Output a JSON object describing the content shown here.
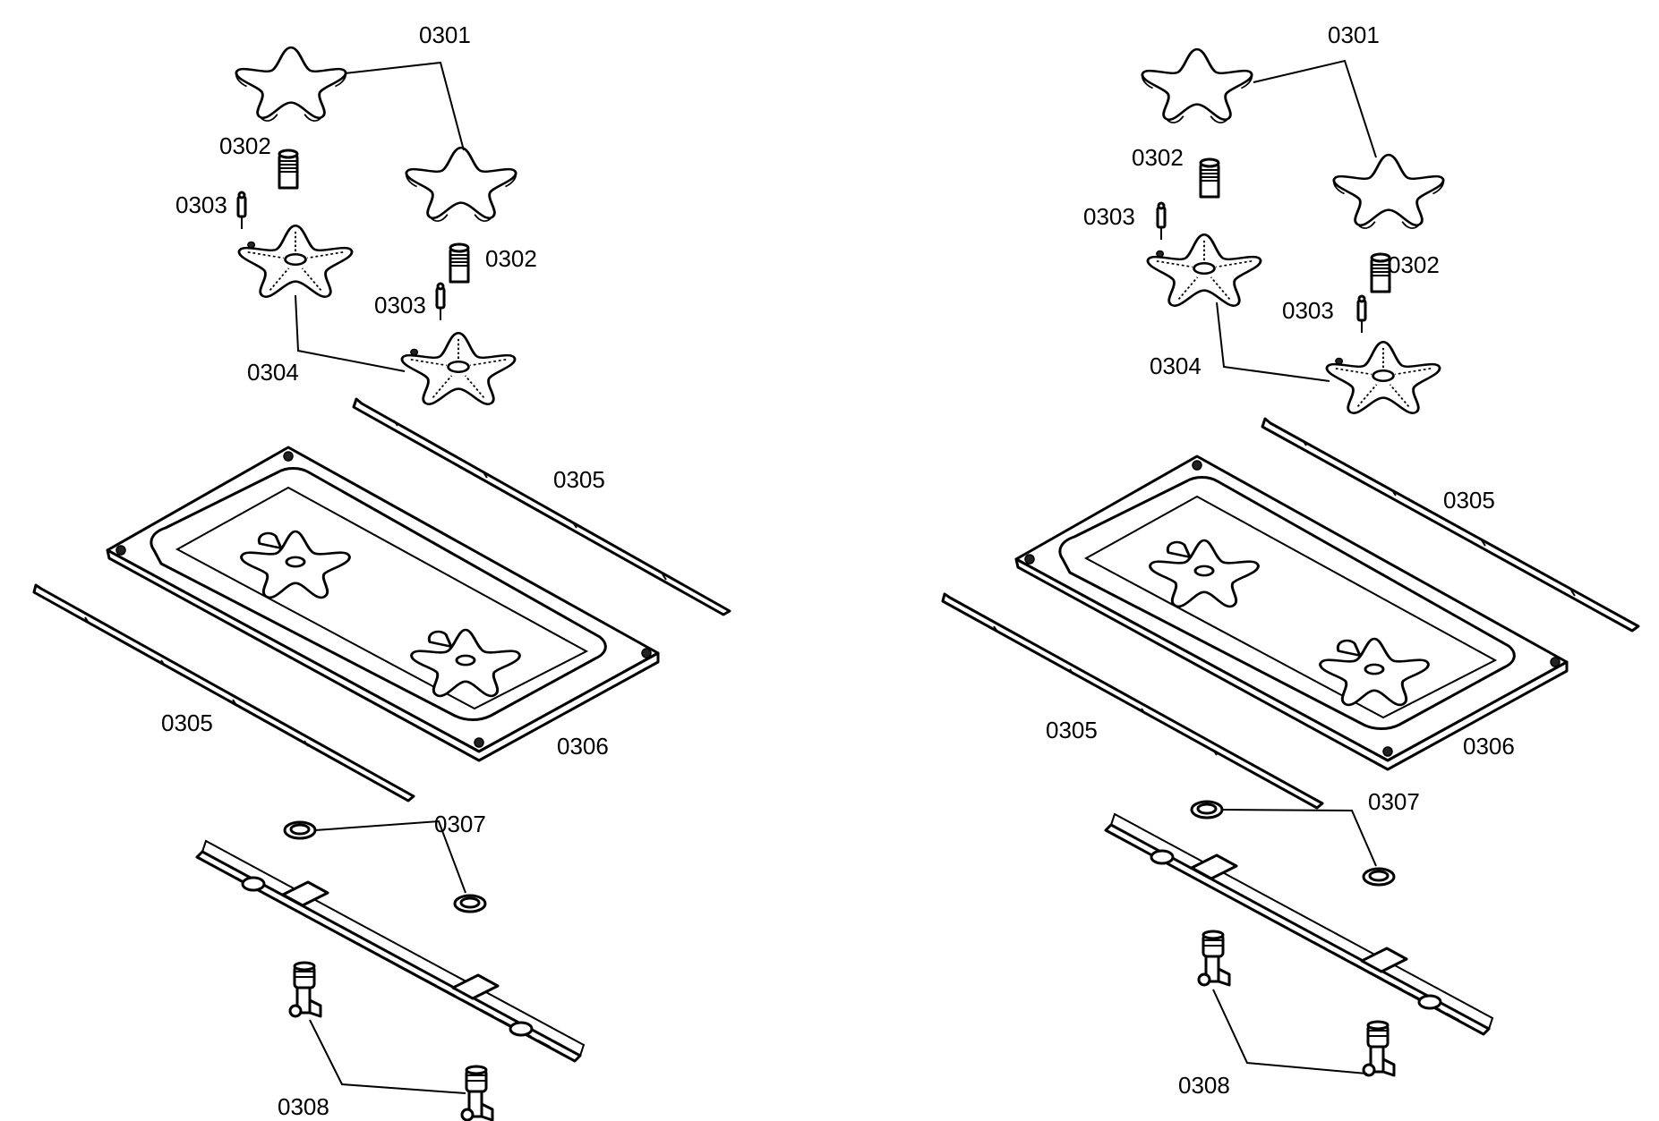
{
  "labels": {
    "p0301": "0301",
    "p0302": "0302",
    "p0303": "0303",
    "p0304": "0304",
    "p0305": "0305",
    "p0306": "0306",
    "p0307": "0307",
    "p0308": "0308"
  },
  "colors": {
    "line": "#000000",
    "background": "#ffffff"
  },
  "panels": [
    "left-assembly",
    "right-assembly"
  ]
}
